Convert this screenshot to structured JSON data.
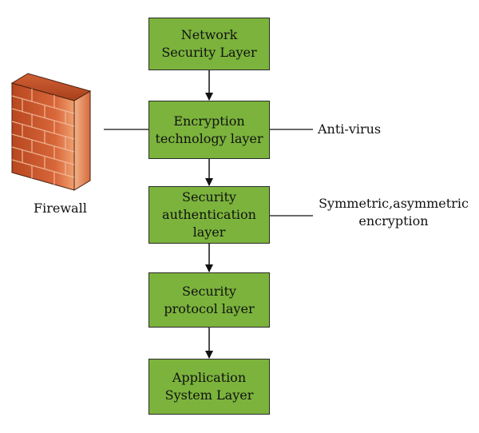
{
  "layers": [
    {
      "label": "Network Security Layer"
    },
    {
      "label": "Encryption technology layer"
    },
    {
      "label": "Security authentication layer"
    },
    {
      "label": "Security protocol layer"
    },
    {
      "label": "Application System Layer"
    }
  ],
  "side_labels": {
    "firewall": "Firewall",
    "antivirus": "Anti-virus",
    "encryption": "Symmetric,asymmetric encryption"
  },
  "colors": {
    "box_fill": "#7bb33c",
    "box_border": "#2b2b2b",
    "brick": "#c8572d"
  },
  "icons": {
    "firewall": "brick-wall-icon"
  }
}
